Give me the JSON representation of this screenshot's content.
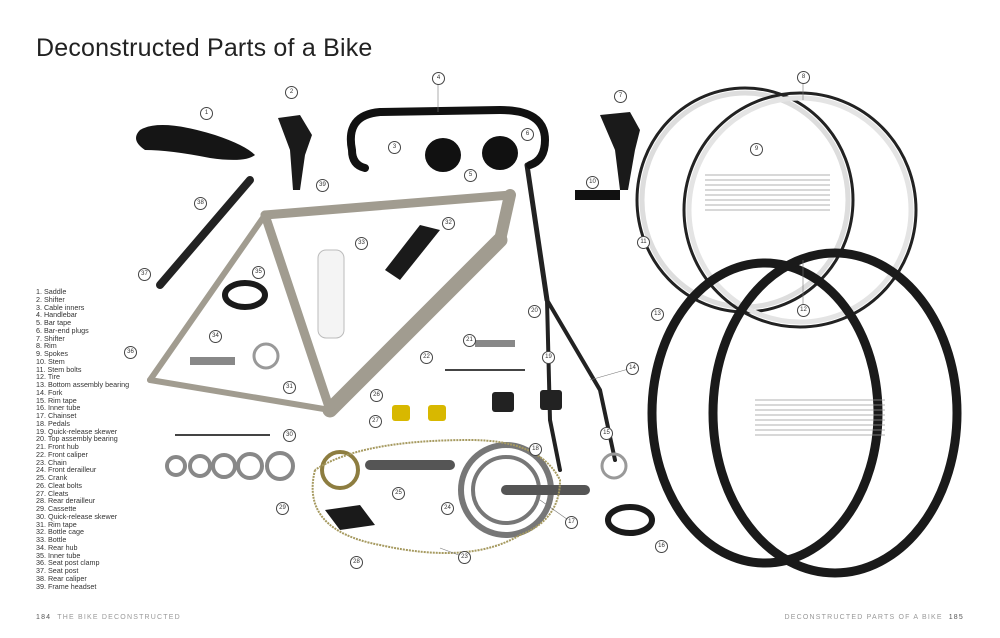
{
  "title": "Deconstructed Parts of a Bike",
  "parts": [
    "1. Saddle",
    "2. Shifter",
    "3. Cable inners",
    "4. Handlebar",
    "5. Bar tape",
    "6. Bar-end plugs",
    "7. Shifter",
    "8. Rim",
    "9. Spokes",
    "10. Stem",
    "11. Stem bolts",
    "12. Tire",
    "13. Bottom assembly bearing",
    "14. Fork",
    "15. Rim tape",
    "16. Inner tube",
    "17. Chainset",
    "18. Pedals",
    "19. Quick-release skewer",
    "20. Top assembly bearing",
    "21. Front hub",
    "22. Front caliper",
    "23. Chain",
    "24. Front derailleur",
    "25. Crank",
    "26. Cleat bolts",
    "27. Cleats",
    "28. Rear derailleur",
    "29. Cassette",
    "30. Quick-release skewer",
    "31. Rim tape",
    "32. Bottle cage",
    "33. Bottle",
    "34. Rear hub",
    "35. Inner tube",
    "36. Seat post clamp",
    "37. Seat post",
    "38. Rear caliper",
    "39. Frame headset"
  ],
  "callouts": [
    "1",
    "2",
    "3",
    "4",
    "5",
    "6",
    "7",
    "8",
    "9",
    "10",
    "11",
    "12",
    "13",
    "14",
    "15",
    "16",
    "17",
    "18",
    "19",
    "20",
    "21",
    "22",
    "23",
    "24",
    "25",
    "26",
    "27",
    "28",
    "29",
    "30",
    "31",
    "32",
    "33",
    "34",
    "35",
    "36",
    "37",
    "38",
    "39"
  ],
  "footer": {
    "left_page": "184",
    "left_title": "THE BIKE DECONSTRUCTED",
    "right_title": "DECONSTRUCTED PARTS OF A BIKE",
    "right_page": "185"
  }
}
